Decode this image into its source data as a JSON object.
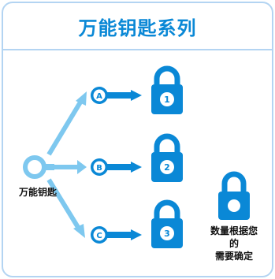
{
  "title": "万能钥匙系列",
  "master_key": {
    "label": "万能钥匙"
  },
  "keys": [
    {
      "letter": "A",
      "lock_number": "1"
    },
    {
      "letter": "B",
      "lock_number": "2"
    },
    {
      "letter": "C",
      "lock_number": "3"
    }
  ],
  "custom_lock": {
    "label_line1": "数量根据您的",
    "label_line2": "需要确定"
  },
  "colors": {
    "primary_blue": "#0a88d6",
    "light_blue": "#7ec8ef",
    "border": "#b3d4f2",
    "text": "#111111"
  }
}
